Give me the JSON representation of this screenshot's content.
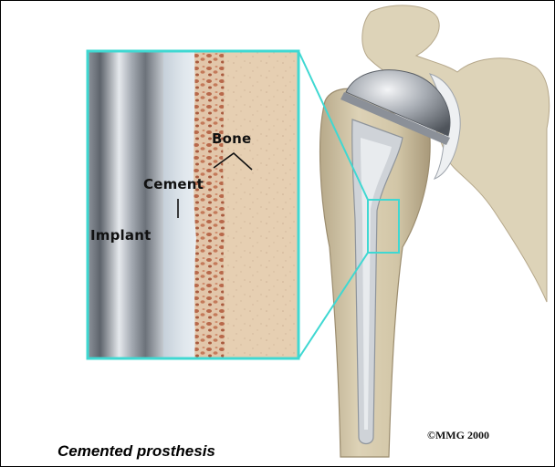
{
  "diagram": {
    "labels": {
      "bone": "Bone",
      "cement": "Cement",
      "implant": "Implant"
    },
    "caption": "Cemented prosthesis",
    "copyright": "©MMG 2000"
  },
  "colors": {
    "callout_outline": "#3fd8d2",
    "bone": "#d9cdb0",
    "bone_shadow": "#b8a98a",
    "cement": "#c9d4de",
    "implant_metal": "#b9bec6",
    "cancellous_bone": "#d2a98c"
  }
}
